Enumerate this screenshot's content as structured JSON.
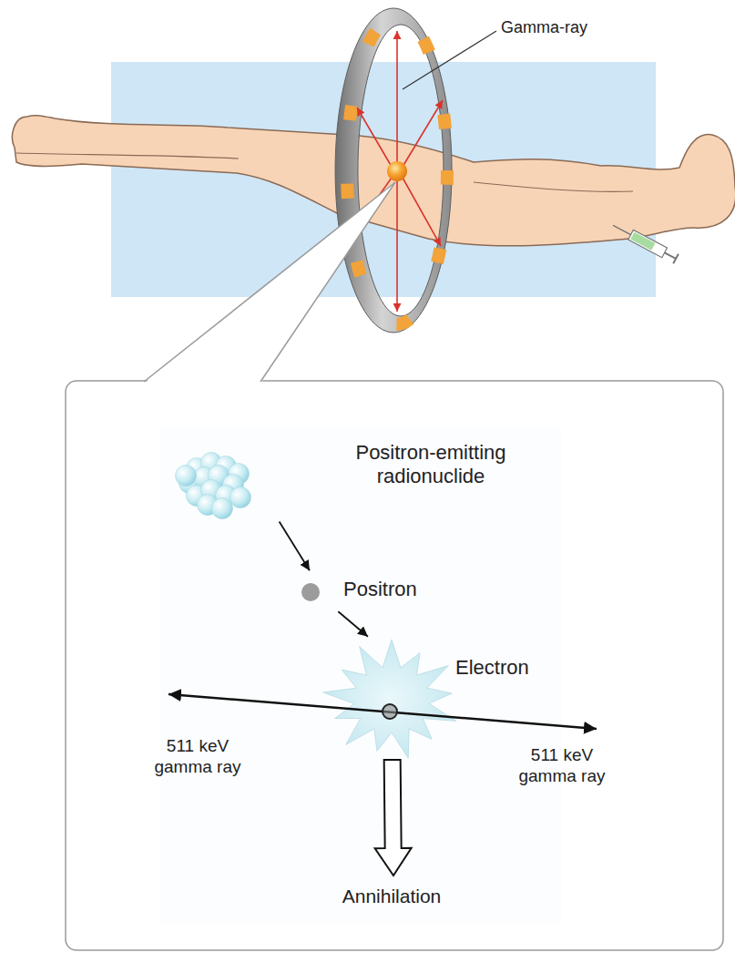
{
  "diagram": {
    "nodes": [
      {
        "text": [
          "Positron-emitting radionuclide"
        ]
      },
      {
        "text": [
          "Positron"
        ]
      },
      {
        "text": [
          "Electron"
        ]
      },
      {
        "text": [
          "Annihilation"
        ]
      }
    ],
    "edges": [
      {
        "from": 0,
        "to": 1,
        "arrow": "to"
      },
      {
        "from": 1,
        "to": 2,
        "arrow": "to"
      },
      {
        "from": 2,
        "to": 3,
        "arrow": "to"
      }
    ],
    "labels": [
      "Gamma-ray",
      "511 keV gamma ray",
      "511 keV gamma ray"
    ]
  }
}
